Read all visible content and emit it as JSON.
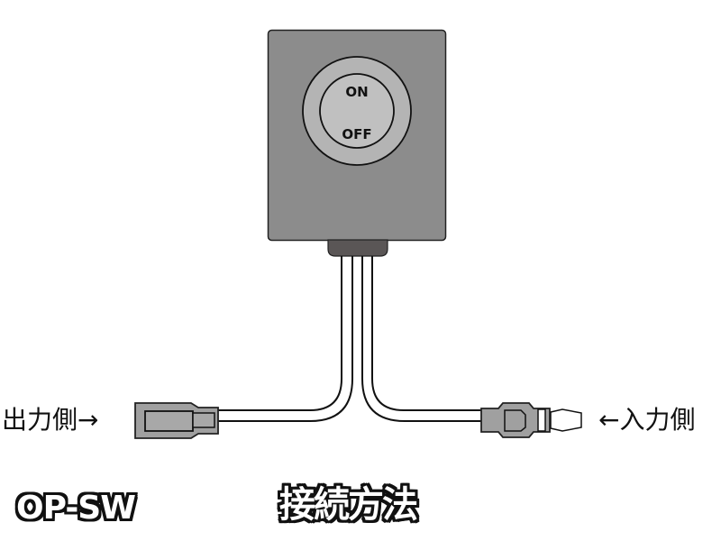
{
  "diagram": {
    "switch": {
      "on_label": "ON",
      "off_label": "OFF",
      "body_color": "#8c8c8c",
      "knob_outer_color": "#b4b4b4",
      "knob_inner_color": "#c0c0c0",
      "grommet_color": "#5a5656"
    },
    "output_side_label": "出力側→",
    "input_side_label": "←入力側",
    "connector_color": "#a0a0a0",
    "model_name": "OP-SW",
    "title": "接続方法"
  }
}
